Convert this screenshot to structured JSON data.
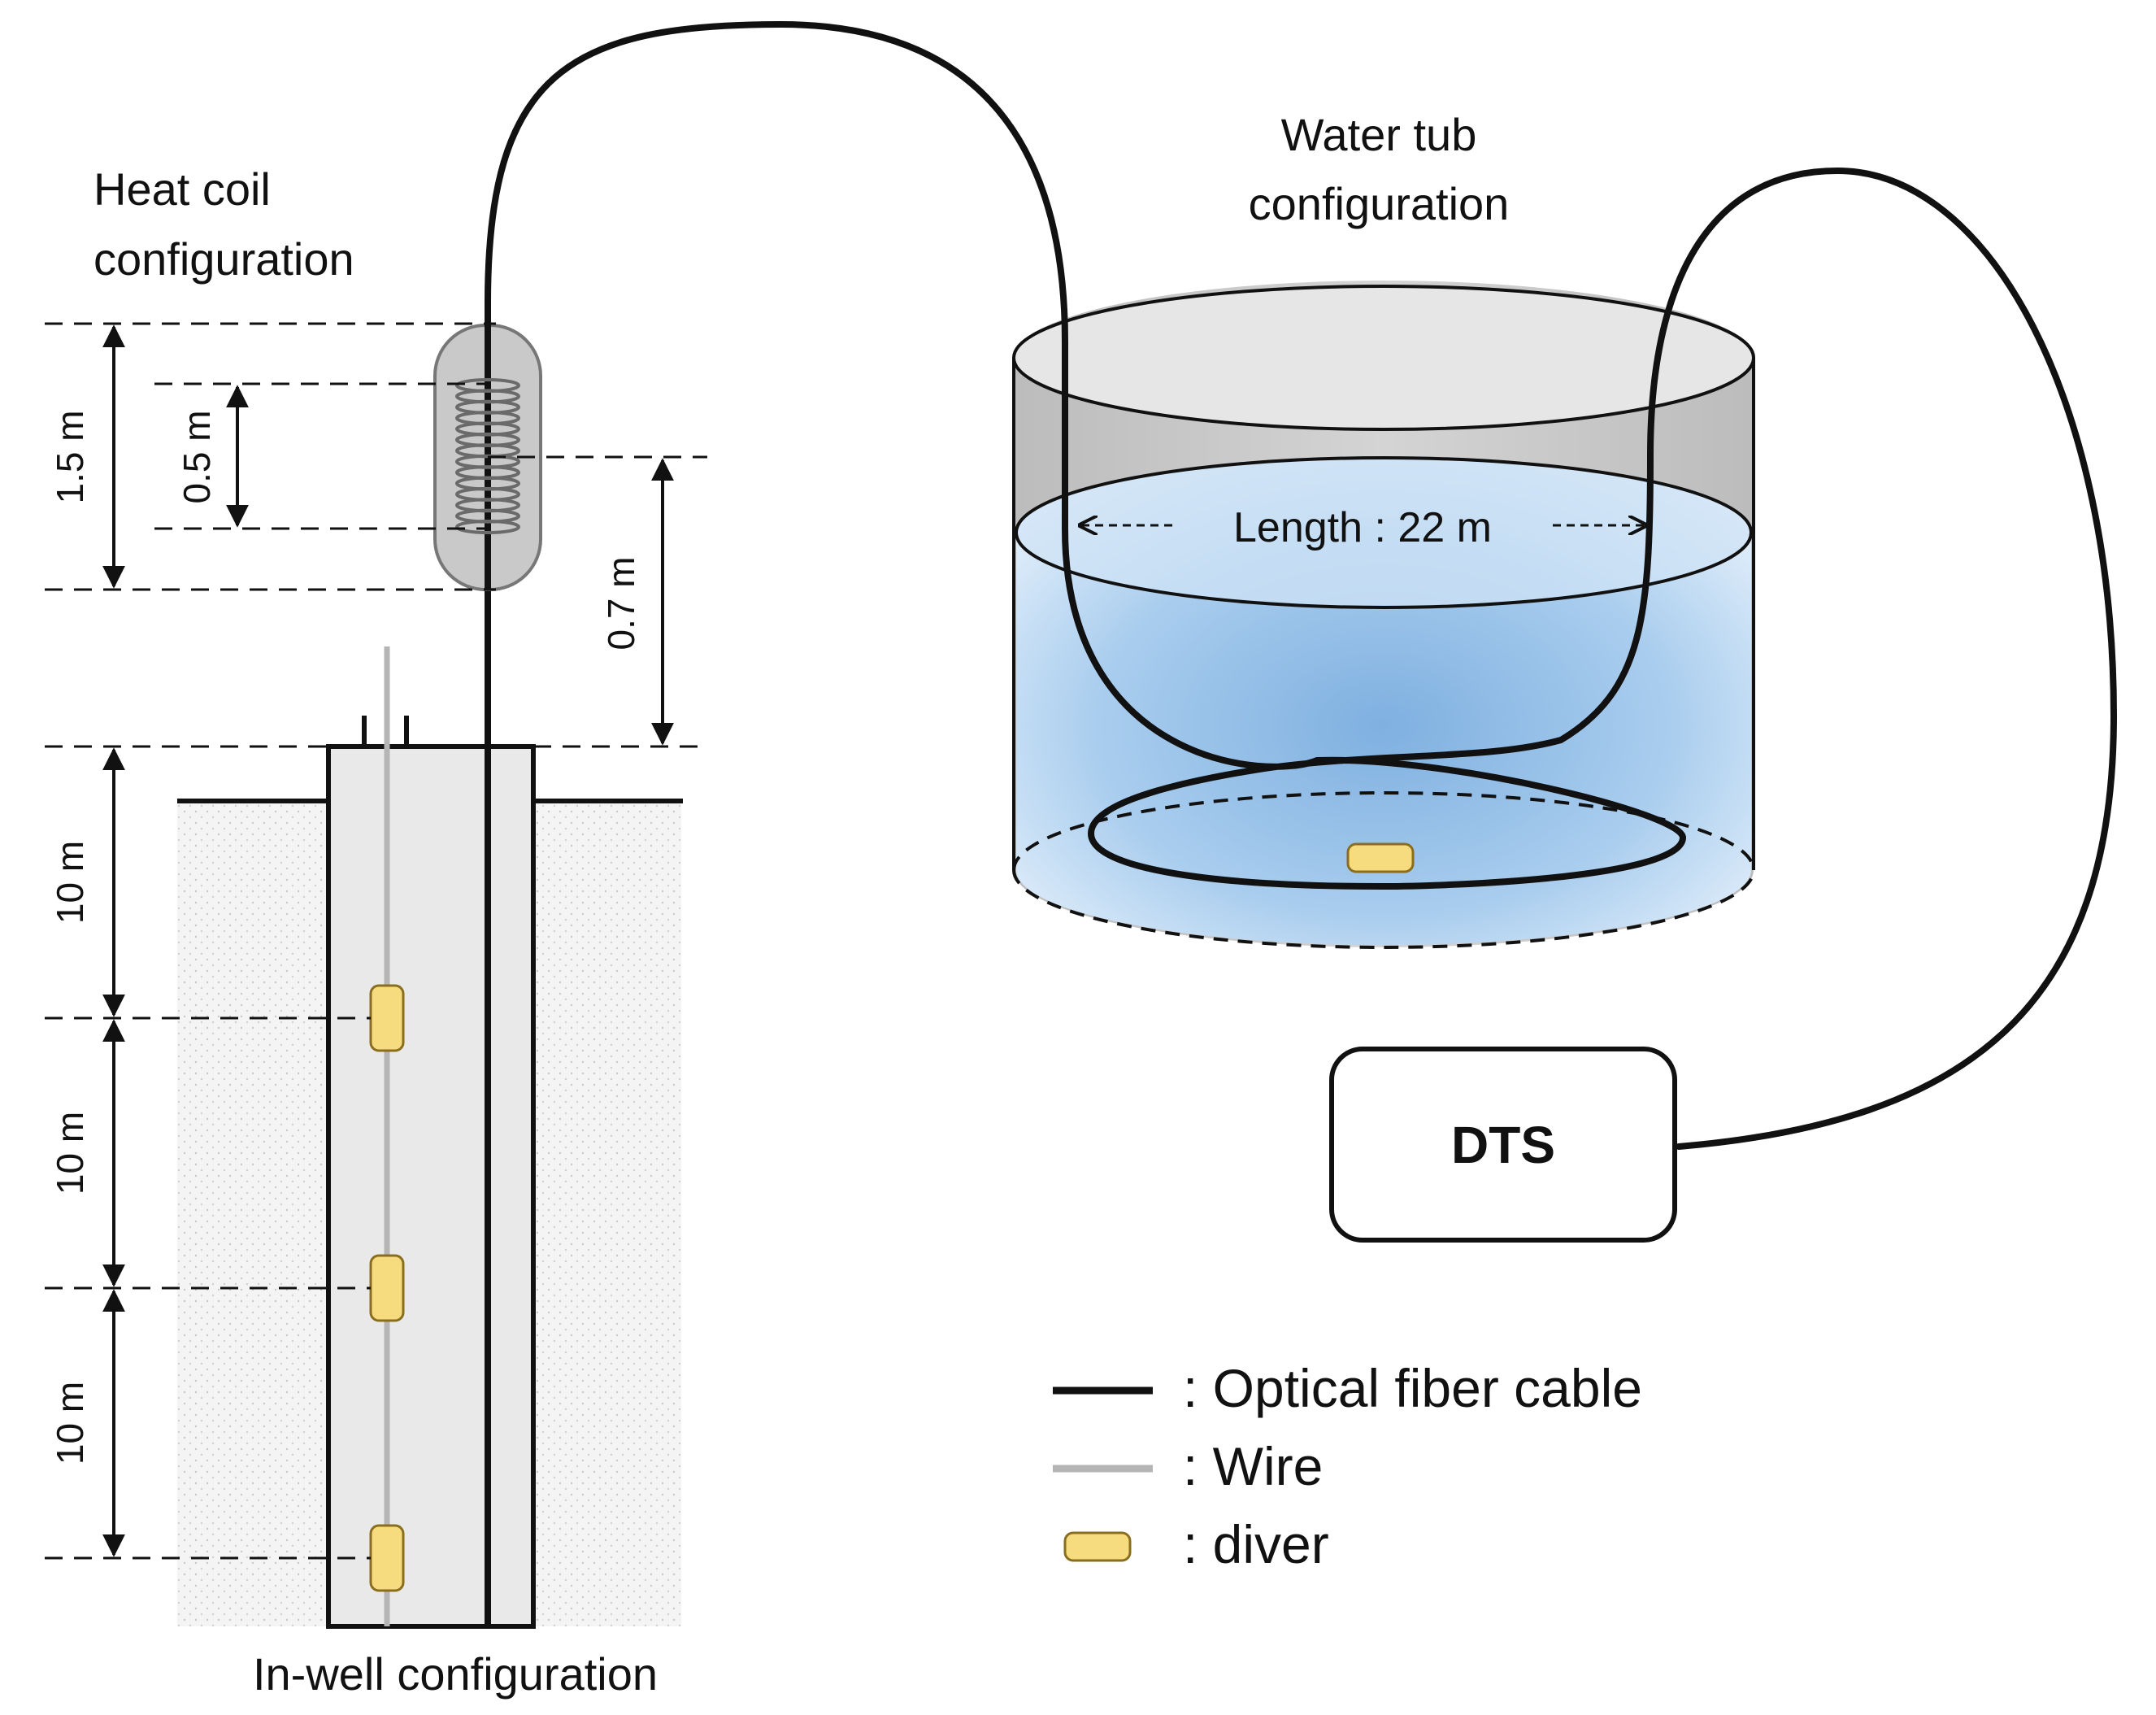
{
  "labels": {
    "heat_coil_line1": "Heat coil",
    "heat_coil_line2": "configuration",
    "water_tub_line1": "Water tub",
    "water_tub_line2": "configuration",
    "in_well": "In-well configuration",
    "length": "Length : 22 m",
    "dts": "DTS"
  },
  "dimensions": {
    "coil_total": "1.5 m",
    "coil_heater": "0.5 m",
    "coil_offset": "0.7 m",
    "well_segment_1": "10 m",
    "well_segment_2": "10 m",
    "well_segment_3": "10 m"
  },
  "legend": {
    "cable": ": Optical fiber cable",
    "wire": ": Wire",
    "diver": ": diver"
  },
  "colors": {
    "cable": "#111111",
    "wire": "#b5b5b5",
    "diver_fill": "#f7dc7f",
    "diver_stroke": "#8a6d1e",
    "water": "#8fbce4",
    "tub_wall": "#c9c9c9",
    "ground": "#efefef"
  }
}
